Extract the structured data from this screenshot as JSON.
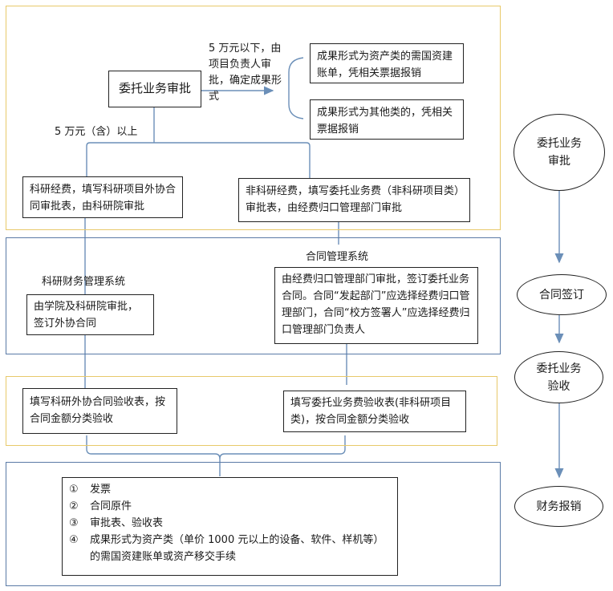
{
  "frame1": {
    "main_box": "委托业务审批",
    "below_label": "5 万元以下，由项目负责人审批，确定成果形式",
    "above_label": "5 万元（含）以上",
    "result_asset": "成果形式为资产类的需国资建账单，凭相关票据报销",
    "result_other": "成果形式为其他类的，凭相关票据报销",
    "research_box": "科研经费，填写科研项目外协合同审批表，由科研院审批",
    "nonresearch_box": "非科研经费，填写委托业务费（非科研项目类）审批表，由经费归口管理部门审批"
  },
  "frame2": {
    "left_title": "科研财务管理系统",
    "left_box": "由学院及科研院审批，签订外协合同",
    "right_title": "合同管理系统",
    "right_box": "由经费归口管理部门审批，签订委托业务合同。合同“发起部门”应选择经费归口管理部门，合同“校方签署人”应选择经费归口管理部门负责人"
  },
  "frame3": {
    "left_box": "填写科研外协合同验收表，按合同金额分类验收",
    "right_box": "填写委托业务费验收表(非科研项目类)，按合同金额分类验收"
  },
  "frame4": {
    "items": [
      {
        "num": "①",
        "text": "发票"
      },
      {
        "num": "②",
        "text": "合同原件"
      },
      {
        "num": "③",
        "text": "审批表、验收表"
      },
      {
        "num": "④",
        "text": "成果形式为资产类（单价 1000 元以上的设备、软件、样机等）的需国资建账单或资产移交手续"
      }
    ]
  },
  "flow": {
    "step1": "委托业务审批",
    "step2": "合同签订",
    "step3": "委托业务验收",
    "step4": "财务报销"
  },
  "colors": {
    "yellow_frame": "#e8c96a",
    "blue_frame": "#5a7aa6",
    "connector": "#6b8fb8"
  }
}
